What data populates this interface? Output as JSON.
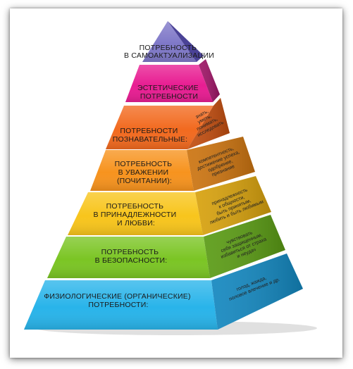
{
  "levels": [
    {
      "front_lines": [
        "ПОТРЕБНОСТЬ",
        "В САМОАКТУАЛИЗАЦИИ"
      ],
      "side_lines": [],
      "colors": {
        "front": "#7f78c8",
        "side": "#4a4296"
      }
    },
    {
      "front_lines": [
        "ЭСТЕТИЧЕСКИЕ",
        "ПОТРЕБНОСТИ"
      ],
      "side_lines": [],
      "colors": {
        "front": "#e81d92",
        "side": "#9e1566"
      }
    },
    {
      "front_lines": [
        "ПОТРЕБНОСТИ",
        "ПОЗНАВАТЕЛЬНЫЕ:"
      ],
      "side_lines": [
        "знать,",
        "уметь,",
        "понимать,",
        "исследовать"
      ],
      "colors": {
        "front": "#f26a1f",
        "side": "#c24d0f"
      }
    },
    {
      "front_lines": [
        "ПОТРЕБНОСТЬ",
        "В УВАЖЕНИИ",
        "(ПОЧИТАНИИ):"
      ],
      "side_lines": [
        "компетентность,",
        "достижение успеха,",
        "одобрение,",
        "признание"
      ],
      "colors": {
        "front": "#f7931e",
        "side": "#cc7410"
      }
    },
    {
      "front_lines": [
        "ПОТРЕБНОСТЬ",
        "В ПРИНАДЛЕЖНОСТИ",
        "И ЛЮБВИ:"
      ],
      "side_lines": [
        "принадлежность",
        "к общности,",
        "быть принятым,",
        "любить и быть любимым"
      ],
      "colors": {
        "front": "#f8c51c",
        "side": "#d7a10d"
      }
    },
    {
      "front_lines": [
        "ПОТРЕБНОСТЬ",
        "В БЕЗОПАСНОСТИ:"
      ],
      "side_lines": [
        "чувствовать",
        "себя защищенным,",
        "избавиться от страха",
        "и неудач"
      ],
      "colors": {
        "front": "#7bc524",
        "side": "#5a9b14"
      }
    },
    {
      "front_lines": [
        "ФИЗИОЛОГИЧЕСКИЕ (ОРГАНИЧЕСКИЕ)",
        "ПОТРЕБНОСТИ:"
      ],
      "side_lines": [
        "голод, жажда,",
        "половое влечение и др."
      ],
      "colors": {
        "front": "#29b4ea",
        "side": "#1387bf"
      }
    }
  ]
}
